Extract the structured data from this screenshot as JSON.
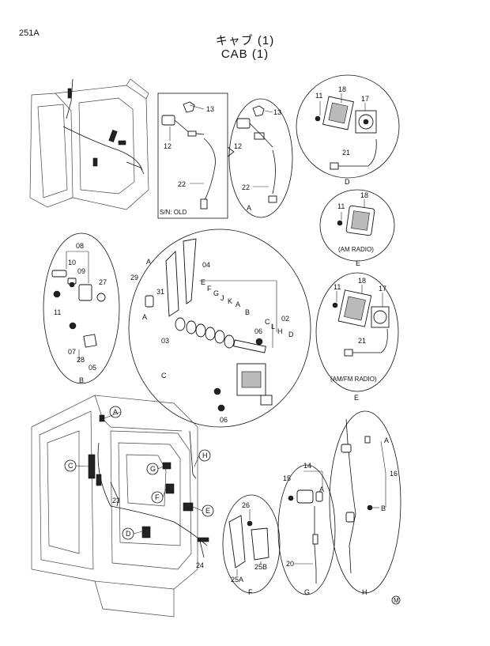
{
  "header": {
    "page_id": "251A",
    "title_jp": "キャブ (1)",
    "title_en": "CAB (1)"
  },
  "labels": {
    "n13a": "13",
    "n12a": "12",
    "n22a": "22",
    "sn_old": "S/N: OLD",
    "n13b": "13",
    "n12b": "12",
    "n22b": "22",
    "letA_top": "A",
    "d_n11": "11",
    "d_n18": "18",
    "d_n17": "17",
    "d_n21": "21",
    "d_let": "D",
    "am_n11": "11",
    "am_n18": "18",
    "am_caption": "(AM RADIO)",
    "am_let": "E",
    "b_08": "08",
    "b_10": "10",
    "b_09": "09",
    "b_27": "27",
    "b_11": "11",
    "b_07": "07",
    "b_28": "28",
    "b_05": "05",
    "b_let": "B",
    "c_A1": "A",
    "c_29": "29",
    "c_04": "04",
    "c_31": "31",
    "c_A2": "A",
    "c_E": "E",
    "c_F": "F",
    "c_G": "G",
    "c_J": "J",
    "c_K": "K",
    "c_A3": "A",
    "c_B": "B",
    "c_02": "02",
    "c_C": "C",
    "c_L": "L",
    "c_H": "H",
    "c_D": "D",
    "c_03": "03",
    "c_06a": "06",
    "c_06b": "06",
    "c_let": "C",
    "amfm_n11": "11",
    "amfm_n18": "18",
    "amfm_n17": "17",
    "amfm_n21": "21",
    "amfm_caption": "(AM/FM RADIO)",
    "amfm_let": "E",
    "cab_A": "A",
    "cab_H": "H",
    "cab_C": "C",
    "cab_G": "G",
    "cab_F": "F",
    "cab_E": "E",
    "cab_D": "D",
    "cab_23": "23",
    "cab_24": "24",
    "f_26": "26",
    "f_25A": "25A",
    "f_25B": "25B",
    "f_let": "F",
    "g_14": "14",
    "g_15": "15",
    "g_A": "A",
    "g_20": "20",
    "g_let": "G",
    "h_A": "A",
    "h_16": "16",
    "h_B": "B",
    "h_let": "H",
    "mark": "M"
  }
}
